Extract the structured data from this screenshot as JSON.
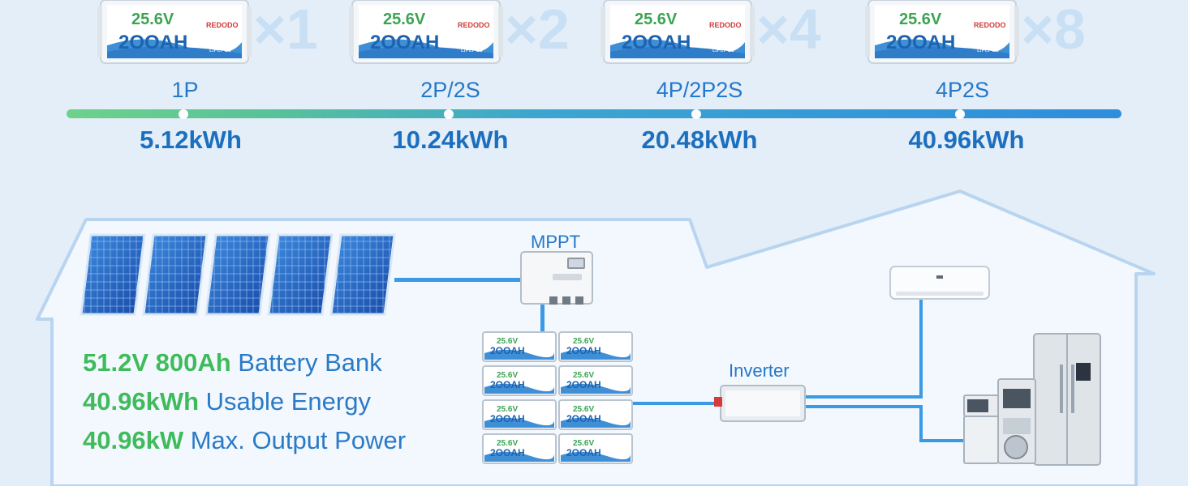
{
  "battery": {
    "voltage": "25.6V",
    "capacity": "200AH",
    "brand": "REDODO",
    "chemistry": "LiFePO₄"
  },
  "configs": [
    {
      "multiplier": "×1",
      "label": "1P",
      "energy": "5.12kWh"
    },
    {
      "multiplier": "×2",
      "label": "2P/2S",
      "energy": "10.24kWh"
    },
    {
      "multiplier": "×4",
      "label": "4P/2P2S",
      "energy": "20.48kWh"
    },
    {
      "multiplier": "×8",
      "label": "4P2S",
      "energy": "40.96kWh"
    }
  ],
  "system": {
    "mppt_label": "MPPT",
    "inverter_label": "Inverter",
    "specs": [
      {
        "highlight": "51.2V 800Ah",
        "text": " Battery Bank"
      },
      {
        "highlight": "40.96kWh",
        "text": " Usable Energy"
      },
      {
        "highlight": "40.96kW",
        "text": " Max. Output Power"
      }
    ]
  },
  "colors": {
    "accent_blue": "#2478c9",
    "accent_green": "#3fbb5b",
    "wire_blue": "#3a9ae6",
    "background": "#e3eef9"
  }
}
